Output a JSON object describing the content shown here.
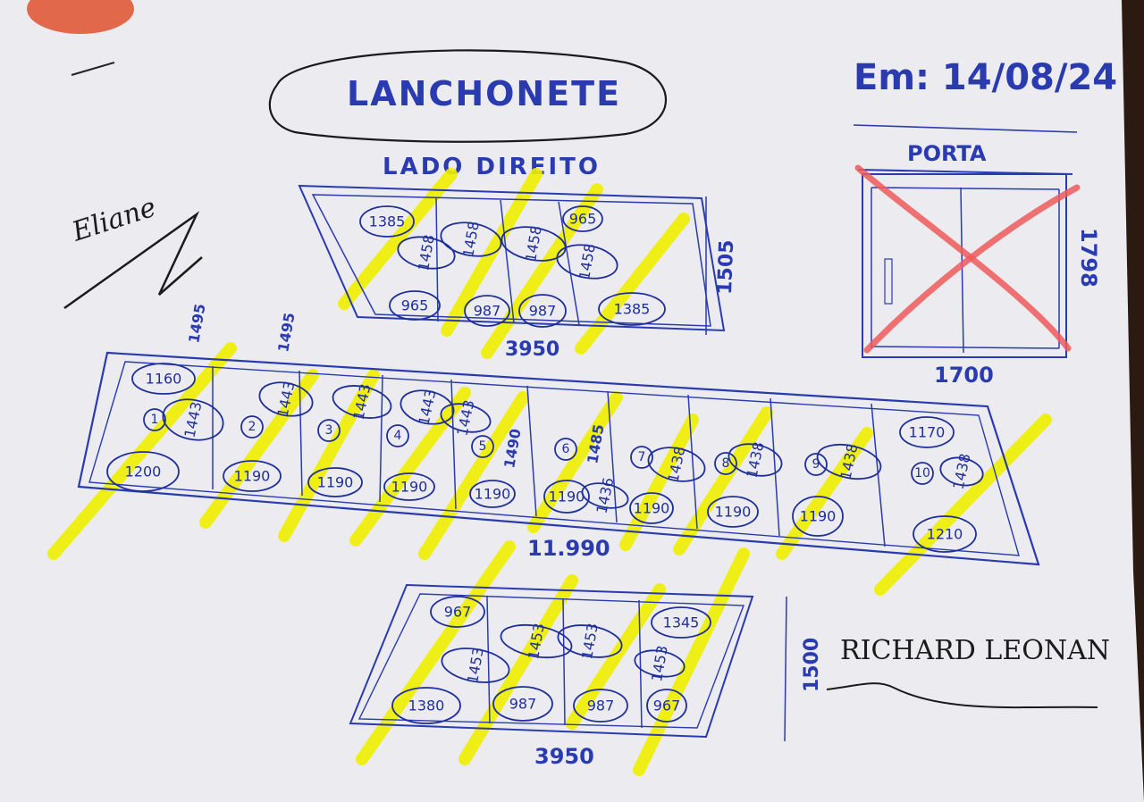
{
  "header": {
    "title": "LANCHONETE",
    "subtitle": "LADO DIREITO",
    "date": "Em: 14/08/24"
  },
  "door": {
    "label": "PORTA",
    "width": "1700",
    "height": "1798"
  },
  "signature_left": "Eliane",
  "signature_right": "RICHARD LEONAN",
  "top_block": {
    "width": "3950",
    "height": "1505",
    "values": [
      "1385",
      "1458",
      "1458",
      "1458",
      "965",
      "1458",
      "965",
      "987",
      "987",
      "1385"
    ]
  },
  "middle_block": {
    "total_width": "11.990",
    "side_dims": [
      "1495",
      "1495",
      "1490",
      "1485"
    ],
    "sections": [
      "1",
      "2",
      "3",
      "4",
      "5",
      "6",
      "7",
      "8",
      "9",
      "10"
    ],
    "values": [
      "1160",
      "1443",
      "1200",
      "1443",
      "1190",
      "1443",
      "1190",
      "1443",
      "1190",
      "1443",
      "1190",
      "1190",
      "1436",
      "1438",
      "1190",
      "1438",
      "1190",
      "1438",
      "1190",
      "1170",
      "1438",
      "1210"
    ]
  },
  "bottom_block": {
    "width": "3950",
    "height": "1500",
    "values": [
      "967",
      "1453",
      "1453",
      "1453",
      "1345",
      "1453",
      "1380",
      "987",
      "987",
      "967"
    ]
  },
  "colors": {
    "ink": "#2a3bb0",
    "highlighter": "#f0f000",
    "red_marker": "#ee5a5a",
    "paper": "#ecebf0"
  }
}
